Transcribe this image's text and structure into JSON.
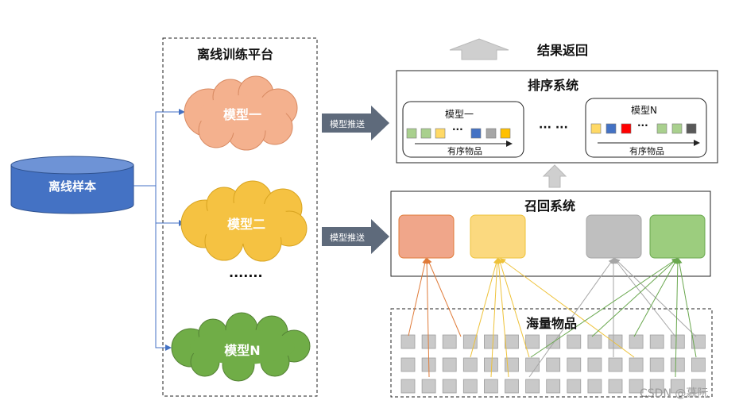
{
  "offline_samples": {
    "label": "离线样本"
  },
  "offline_platform": {
    "title": "离线训练平台",
    "models": [
      "模型一",
      "模型二",
      "模型N"
    ],
    "ellipsis": "·······"
  },
  "push_labels": {
    "ranking": "模型推送",
    "recall": "模型推送"
  },
  "result_return": {
    "label": "结果返回"
  },
  "ranking_system": {
    "title": "排序系统",
    "box_left": {
      "model": "模型一",
      "ordered_label": "有序物品",
      "dots": "···"
    },
    "box_right": {
      "model": "模型N",
      "ordered_label": "有序物品",
      "dots": "···"
    },
    "between_dots": "··· ···"
  },
  "recall_system": {
    "title": "召回系统"
  },
  "mass_items": {
    "title": "海量物品"
  },
  "watermark": "CSDN @慕阮",
  "colors": {
    "cylinder": "#4472c4",
    "cloud_1": "#f4b18e",
    "cloud_2": "#f5c242",
    "cloud_n": "#70ad47",
    "recall_orange": "#f0a68a",
    "recall_yellow": "#fbd97f",
    "recall_gray": "#bfbfbf",
    "recall_green": "#9ccd7e",
    "push_arrow": "#5e6a7b",
    "connector": "#4472c4"
  }
}
